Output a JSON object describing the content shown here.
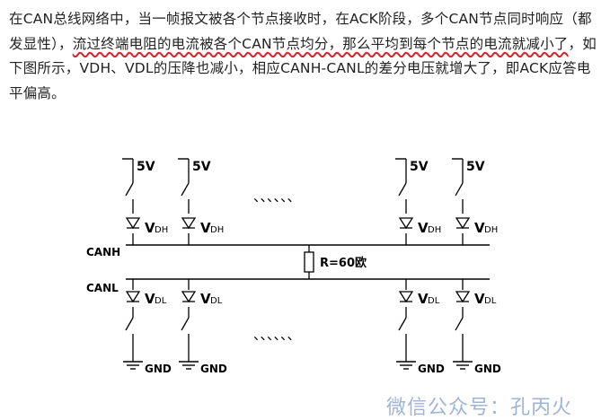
{
  "article": {
    "paragraph": {
      "s1": "在CAN总线网络中，当一帧报文被各个节点接收时，在ACK阶段，多个CAN节点同时响应（都发显性），",
      "s2": "流过终端电阻的电流被各个CAN节点均分，那么平均到每个节点的电流就减小了",
      "s3": "，如下图所示，VDH、VDL的压降也减小，相应CANH-CANL的差分电压就增大了，即ACK应答电平偏高。"
    },
    "highlight_color": "#d9222a"
  },
  "circuit": {
    "supply": "5V",
    "ground": "GND",
    "canh": "CANH",
    "canl": "CANL",
    "resistor": "R=60欧",
    "vdh_main": "V",
    "vdh_sub": "DH",
    "vdl_main": "V",
    "vdl_sub": "DL",
    "ellipsis": "、、、、、、"
  },
  "watermark": "微信公众号：孔丙火"
}
